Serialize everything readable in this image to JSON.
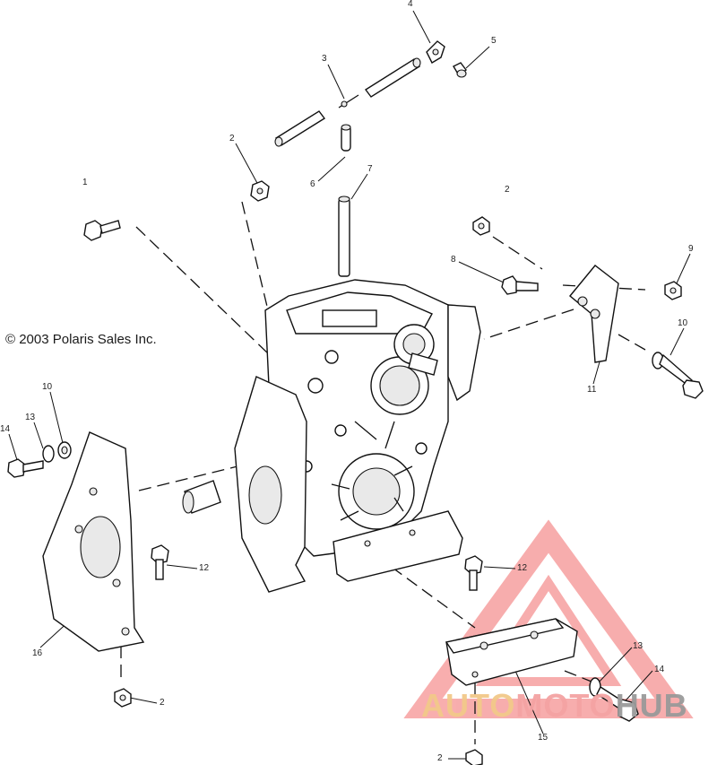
{
  "copyright": "© 2003 Polaris Sales Inc.",
  "watermark": {
    "part1": "AUTO",
    "part2": "MOTO",
    "part3": "HUB",
    "colors": {
      "auto": "#f2c98a",
      "moto": "#f4a3a3",
      "hub": "#9a9a9a",
      "triangle": "#f26b6b"
    }
  },
  "callouts": [
    {
      "id": "c4",
      "label": "4"
    },
    {
      "id": "c5",
      "label": "5"
    },
    {
      "id": "c3",
      "label": "3"
    },
    {
      "id": "c2a",
      "label": "2"
    },
    {
      "id": "c6",
      "label": "6"
    },
    {
      "id": "c7",
      "label": "7"
    },
    {
      "id": "c1",
      "label": "1"
    },
    {
      "id": "c2b",
      "label": "2"
    },
    {
      "id": "c8",
      "label": "8"
    },
    {
      "id": "c9",
      "label": "9"
    },
    {
      "id": "c10a",
      "label": "10"
    },
    {
      "id": "c11",
      "label": "11"
    },
    {
      "id": "c14a",
      "label": "14"
    },
    {
      "id": "c13a",
      "label": "13"
    },
    {
      "id": "c10b",
      "label": "10"
    },
    {
      "id": "c12a",
      "label": "12"
    },
    {
      "id": "c12b",
      "label": "12"
    },
    {
      "id": "c16",
      "label": "16"
    },
    {
      "id": "c2c",
      "label": "2"
    },
    {
      "id": "c13b",
      "label": "13"
    },
    {
      "id": "c14b",
      "label": "14"
    },
    {
      "id": "c15",
      "label": "15"
    },
    {
      "id": "c2d",
      "label": "2"
    }
  ]
}
